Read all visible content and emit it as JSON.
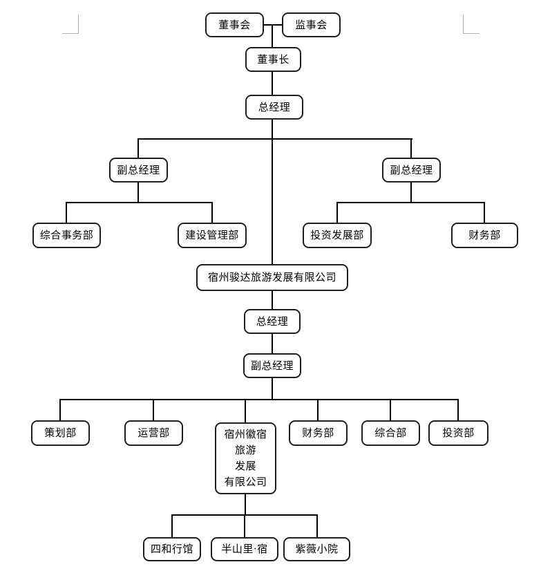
{
  "colors": {
    "background": "#ffffff",
    "connector": "#000000",
    "node_border": "#1f1f1f",
    "node_fill": "#ffffff",
    "node_text": "#000000",
    "margin_mark": "#b0b0b0"
  },
  "org_chart": {
    "type": "organization-chart",
    "nodes": {
      "board": {
        "label": "董事会"
      },
      "supervisory_board": {
        "label": "监事会"
      },
      "chairman": {
        "label": "董事长"
      },
      "group_general_manager": {
        "label": "总经理"
      },
      "deputy_gm_left": {
        "label": "副总经理"
      },
      "deputy_gm_right": {
        "label": "副总经理"
      },
      "general_affairs_dept": {
        "label": "综合事务部"
      },
      "construction_mgmt_dept": {
        "label": "建设管理部"
      },
      "investment_dev_dept": {
        "label": "投资发展部"
      },
      "finance_dept_top": {
        "label": "财务部"
      },
      "junda_company": {
        "label": "宿州骏达旅游发展有限公司"
      },
      "junda_general_manager": {
        "label": "总经理"
      },
      "junda_deputy_gm": {
        "label": "副总经理"
      },
      "planning_dept": {
        "label": "策划部"
      },
      "operations_dept": {
        "label": "运营部"
      },
      "huisu_company": {
        "label": "宿州徽宿\n旅游\n发展\n有限公司"
      },
      "finance_dept_bottom": {
        "label": "财务部"
      },
      "general_dept": {
        "label": "综合部"
      },
      "investment_dept": {
        "label": "投资部"
      },
      "sihe_guesthouse": {
        "label": "四和行馆"
      },
      "banshanli_guesthouse": {
        "label": "半山里·宿"
      },
      "ziwei_guesthouse": {
        "label": "紫薇小院"
      }
    },
    "edges": [
      {
        "from": "board",
        "to": "supervisory_board"
      },
      {
        "from": "board",
        "to": "chairman"
      },
      {
        "from": "supervisory_board",
        "to": "chairman"
      },
      {
        "from": "chairman",
        "to": "group_general_manager"
      },
      {
        "from": "group_general_manager",
        "to": "deputy_gm_left"
      },
      {
        "from": "group_general_manager",
        "to": "deputy_gm_right"
      },
      {
        "from": "group_general_manager",
        "to": "junda_company"
      },
      {
        "from": "deputy_gm_left",
        "to": "general_affairs_dept"
      },
      {
        "from": "deputy_gm_left",
        "to": "construction_mgmt_dept"
      },
      {
        "from": "deputy_gm_right",
        "to": "investment_dev_dept"
      },
      {
        "from": "deputy_gm_right",
        "to": "finance_dept_top"
      },
      {
        "from": "junda_company",
        "to": "junda_general_manager"
      },
      {
        "from": "junda_general_manager",
        "to": "junda_deputy_gm"
      },
      {
        "from": "junda_deputy_gm",
        "to": "planning_dept"
      },
      {
        "from": "junda_deputy_gm",
        "to": "operations_dept"
      },
      {
        "from": "junda_deputy_gm",
        "to": "huisu_company"
      },
      {
        "from": "junda_deputy_gm",
        "to": "finance_dept_bottom"
      },
      {
        "from": "junda_deputy_gm",
        "to": "general_dept"
      },
      {
        "from": "junda_deputy_gm",
        "to": "investment_dept"
      },
      {
        "from": "huisu_company",
        "to": "sihe_guesthouse"
      },
      {
        "from": "huisu_company",
        "to": "banshanli_guesthouse"
      },
      {
        "from": "huisu_company",
        "to": "ziwei_guesthouse"
      }
    ]
  }
}
